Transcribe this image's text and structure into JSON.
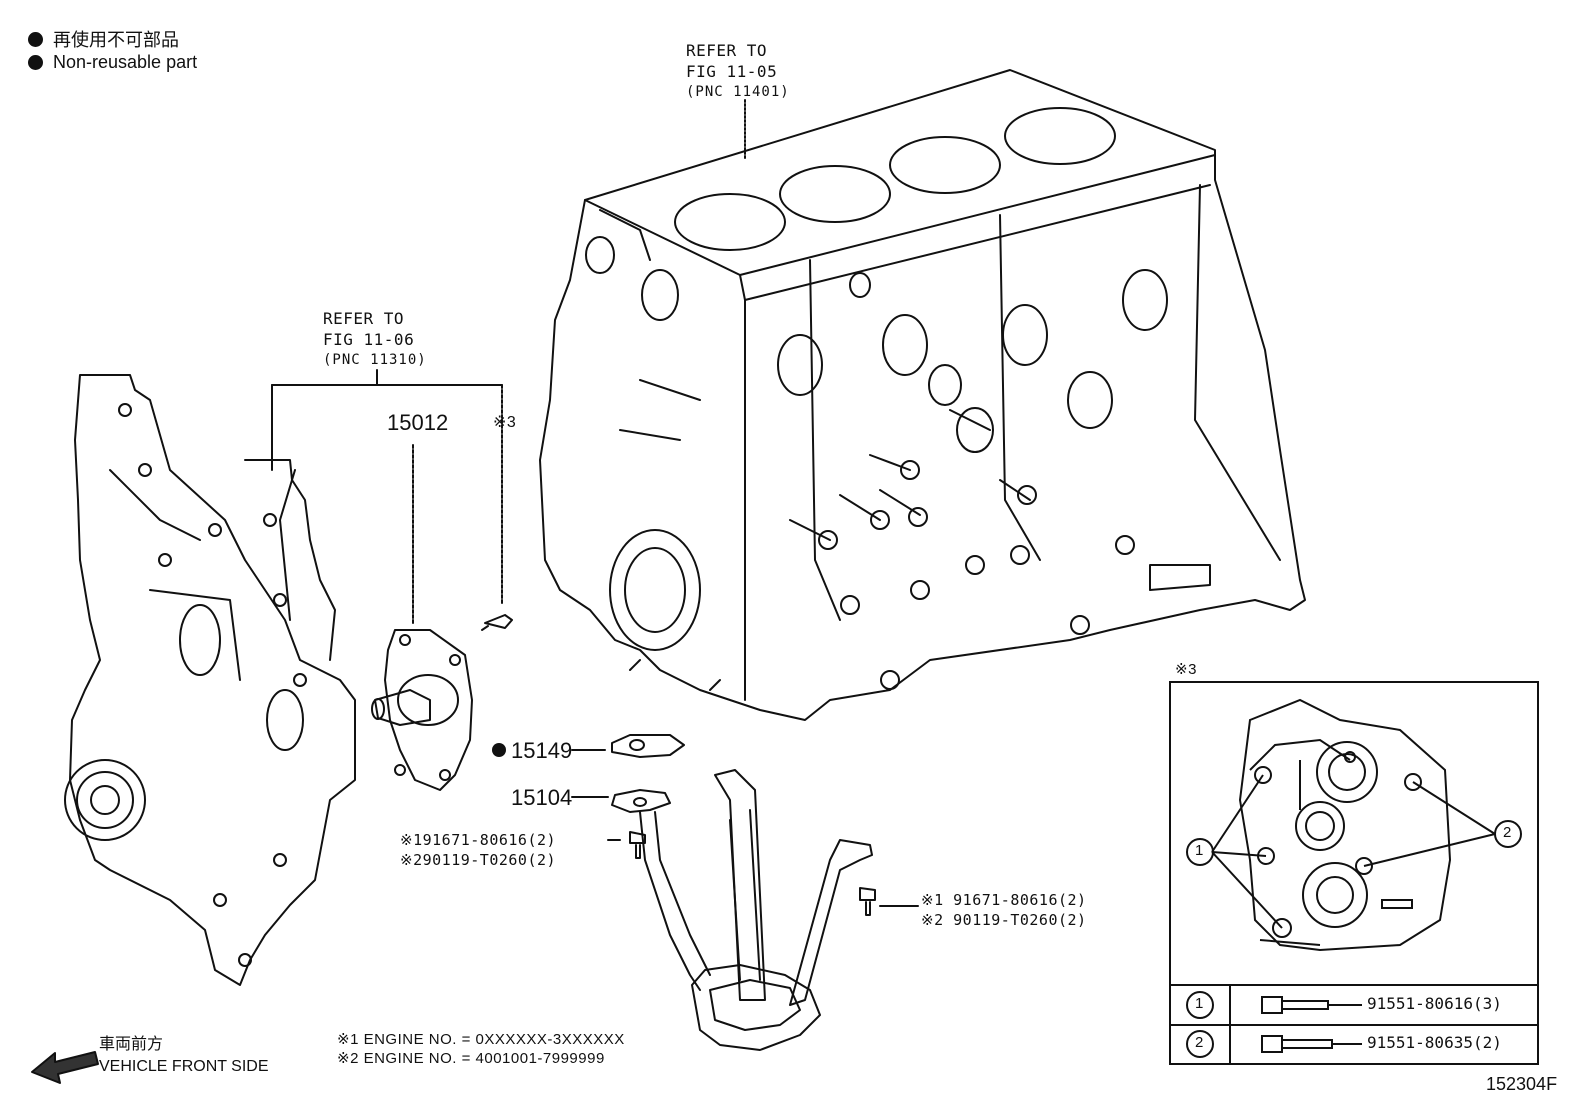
{
  "legend": {
    "non_reusable_ja": "再使用不可部品",
    "non_reusable_en": "Non-reusable part"
  },
  "refer_block": {
    "line1": "REFER TO",
    "line2": "FIG 11-05",
    "line3": "(PNC 11401)"
  },
  "refer_cover": {
    "line1": "REFER TO",
    "line2": "FIG 11-06",
    "line3": "(PNC 11310)"
  },
  "parts": {
    "water_pump": "15012",
    "gasket_nonreusable": "15149",
    "strainer": "15104",
    "note3_mark": "※3"
  },
  "bolt_callout_left": {
    "line1": "※191671-80616(2)",
    "line2": "※290119-T0260(2)"
  },
  "bolt_callout_right": {
    "line1": "※1 91671-80616(2)",
    "line2": "※2 90119-T0260(2)"
  },
  "engine_notes": {
    "line1": "※1  ENGINE NO. = 0XXXXXX-3XXXXXX",
    "line2": "※2  ENGINE NO. = 4001001-7999999"
  },
  "front_side": {
    "ja": "車両前方",
    "en": "VEHICLE FRONT SIDE"
  },
  "detail_box": {
    "title": "※3",
    "callout_1": "1",
    "callout_2": "2",
    "rows": [
      {
        "ref": "1",
        "part_no": "91551-80616(3)"
      },
      {
        "ref": "2",
        "part_no": "91551-80635(2)"
      }
    ]
  },
  "figure_id": "152304F"
}
